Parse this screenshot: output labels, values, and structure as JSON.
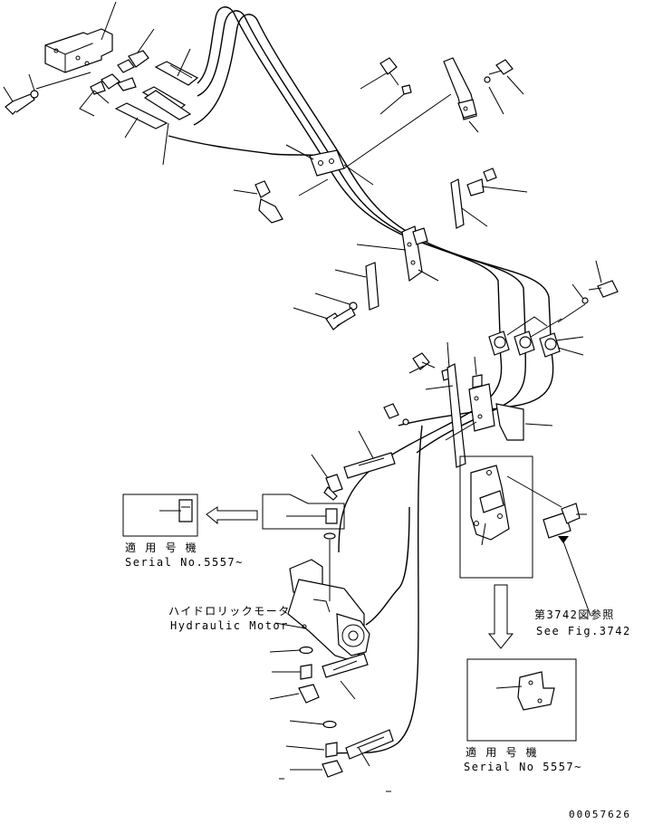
{
  "notes": {
    "applicable_serial_jp_1": "適 用 号 機",
    "applicable_serial_en_1": "Serial No.5557~",
    "hydraulic_motor_jp": "ハイドロリックモータ",
    "hydraulic_motor_en": "Hydraulic Motor",
    "see_fig_jp": "第3742図参照",
    "see_fig_en": "See Fig.3742",
    "applicable_serial_jp_2": "適 用 号 機",
    "applicable_serial_en_2": "Serial No 5557~",
    "drawing_number": "00057626"
  },
  "colors": {
    "line": "#000000",
    "background": "#ffffff"
  }
}
